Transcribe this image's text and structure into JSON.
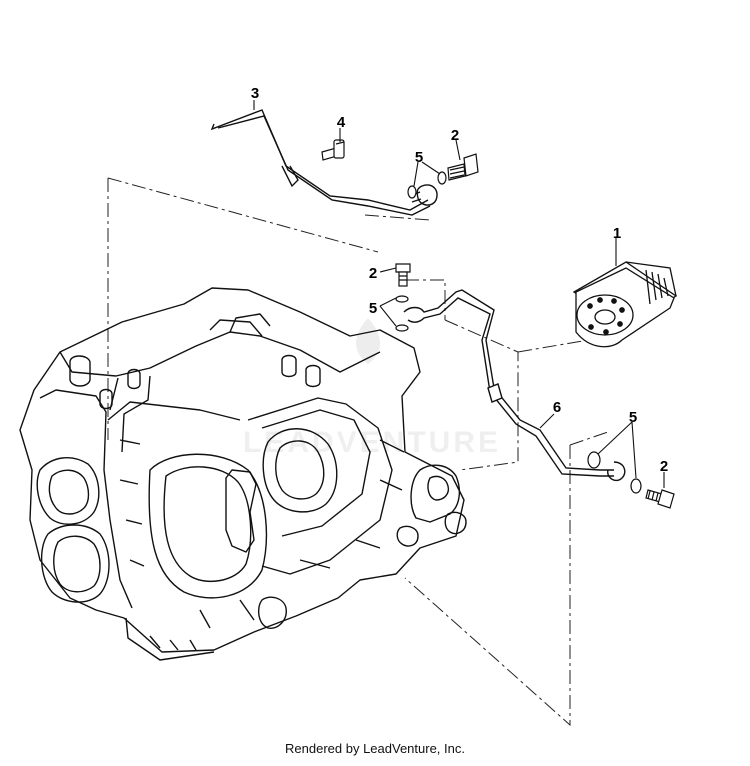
{
  "diagram": {
    "callouts": {
      "filter": "1",
      "bolt_top": "2",
      "bolt_mid": "2",
      "bolt_right": "2",
      "pipe_upper": "3",
      "bolt_small": "4",
      "washer_top": "5",
      "washer_mid": "5",
      "washer_right": "5",
      "pipe_lower": "6"
    },
    "watermark": "LEADVENTURE",
    "footer": "Rendered by LeadVenture, Inc."
  }
}
